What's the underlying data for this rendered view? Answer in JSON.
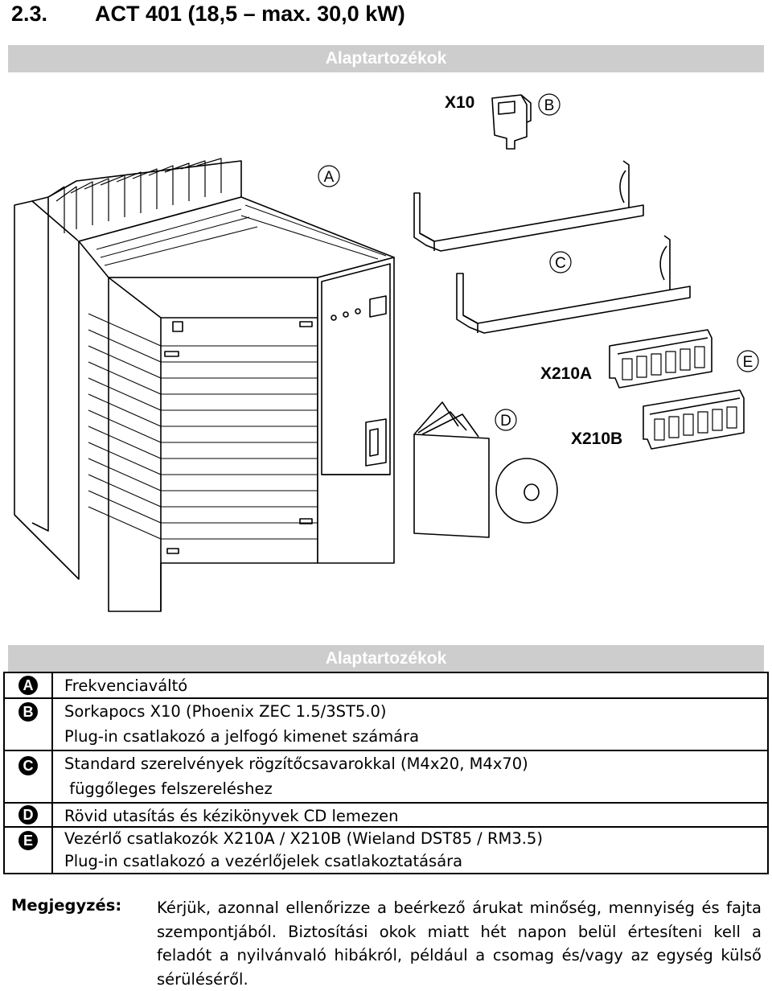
{
  "heading": {
    "number": "2.3.",
    "title": "ACT 401 (18,5 – max. 30,0 kW)"
  },
  "top_band": "Alaptartozékok",
  "figure": {
    "labels": {
      "x10": "X10",
      "b": "B",
      "a": "A",
      "c": "C",
      "x210a": "X210A",
      "e": "E",
      "d": "D",
      "x210b": "X210B"
    }
  },
  "table_band": "Alaptartozékok",
  "items": [
    {
      "letter": "A",
      "lines": [
        "Frekvenciaváltó"
      ]
    },
    {
      "letter": "B",
      "lines": [
        "Sorkapocs X10 (Phoenix ZEC 1.5/3ST5.0)",
        "Plug-in csatlakozó a jelfogó kimenet számára"
      ]
    },
    {
      "letter": "C",
      "lines": [
        "Standard szerelvények rögzítőcsavarokkal (M4x20, M4x70)",
        " függőleges felszereléshez"
      ]
    },
    {
      "letter": "D",
      "lines": [
        "Rövid utasítás és kézikönyvek CD lemezen"
      ]
    },
    {
      "letter": "E",
      "lines": [
        "Vezérlő csatlakozók X210A / X210B (Wieland DST85 / RM3.5)",
        "Plug-in csatlakozó a vezérlőjelek csatlakoztatására"
      ]
    }
  ],
  "note": {
    "label": "Megjegyzés:",
    "text": "Kérjük, azonnal ellenőrizze a beérkező árukat minőség, mennyiség és fajta szempontjából. Biztosítási okok miatt hét napon belül értesíteni kell a feladót a nyilvánvaló hibákról, például a csomag és/vagy az egység külső sérüléséről."
  }
}
